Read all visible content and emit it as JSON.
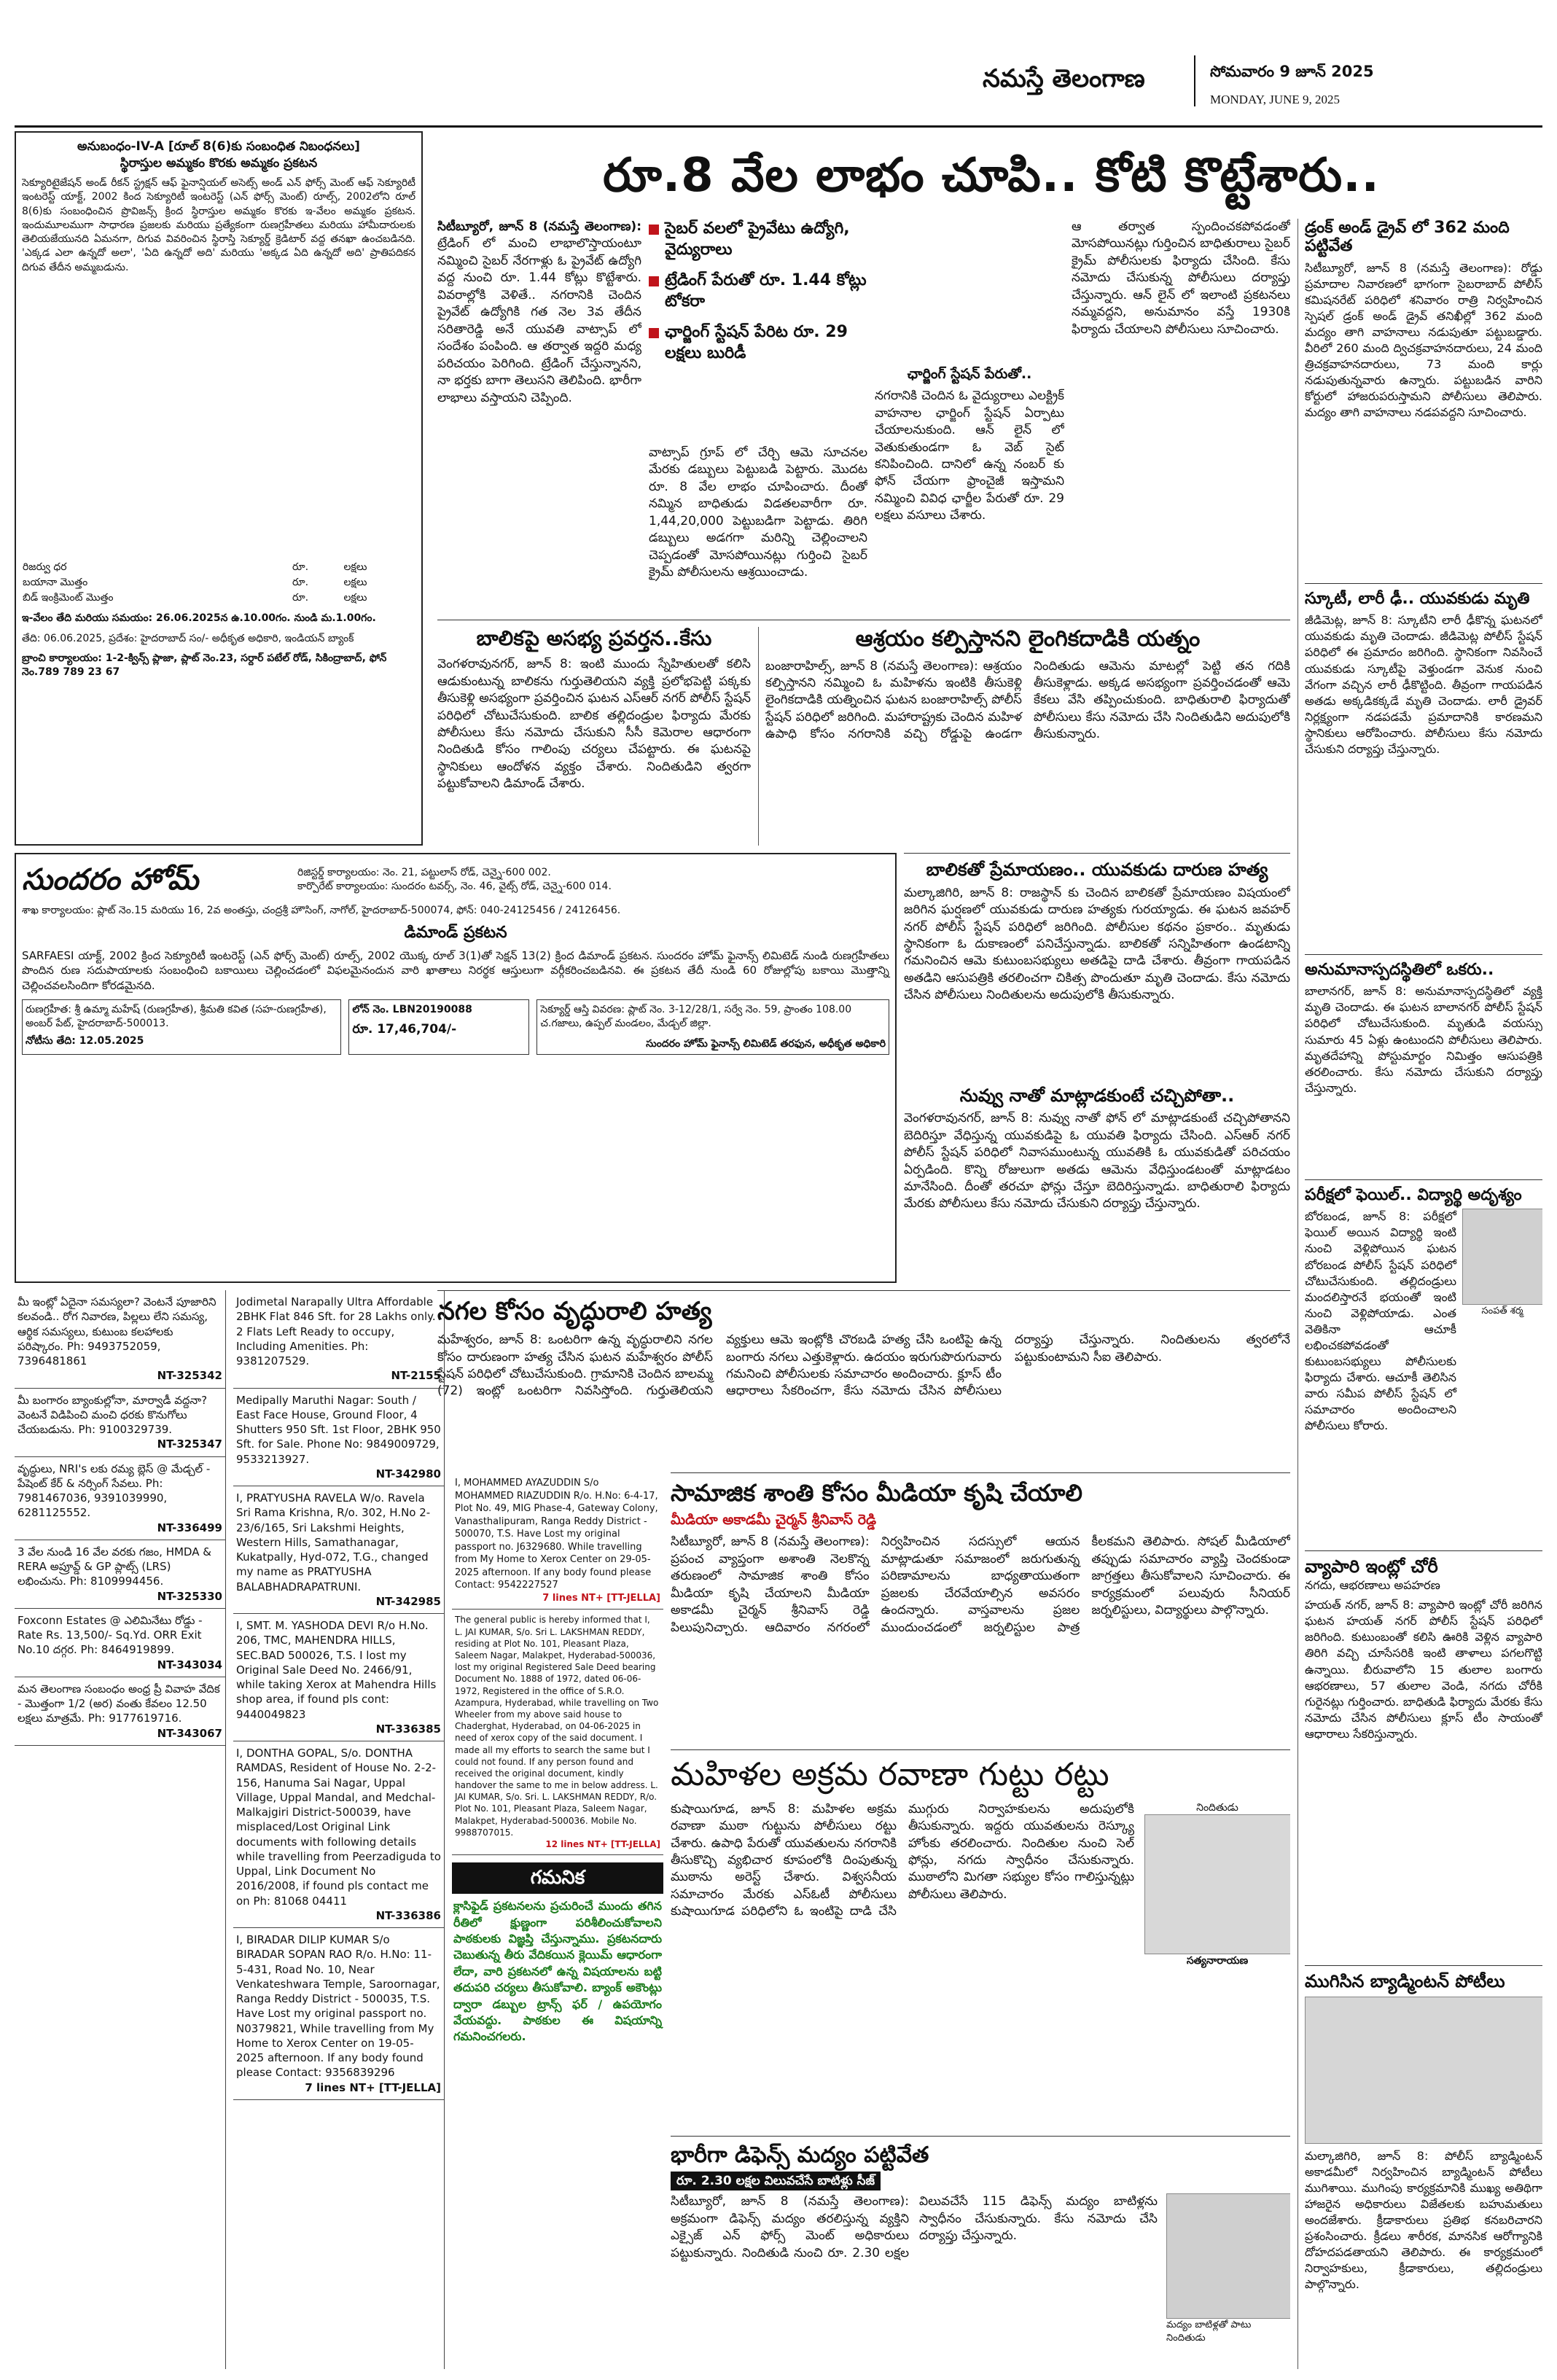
{
  "masthead": {
    "paper_name": "నమస్తే తెలంగాణ",
    "date_te": "సోమవారం 9 జూన్ 2025",
    "date_en": "MONDAY, JUNE 9, 2025"
  },
  "main_headline": "రూ.8 వేల లాభం చూపి.. కోటి కొట్టేశారు..",
  "lead_story": {
    "dateline": "సిటీబ్యూరో, జూన్ 8 (నమస్తే తెలంగాణ):",
    "col1": "ట్రేడింగ్ లో మంచి లాభాలొస్తాయంటూ నమ్మించి సైబర్ నేరగాళ్లు ఓ ప్రైవేట్ ఉద్యోగి వద్ద నుంచి రూ. 1.44 కోట్లు కొట్టేశారు. వివరాల్లోకి వెళితే.. నగరానికి చెందిన ప్రైవేట్ ఉద్యోగికి గత నెల 3వ తేదీన సరితారెడ్డి అనే యువతి వాట్సాప్ లో సందేశం పంపింది. ఆ తర్వాత ఇద్దరి మధ్య పరిచయం పెరిగింది. ట్రేడింగ్ చేస్తున్నానని, నా భర్తకు బాగా తెలుసని తెలిపింది. భారీగా లాభాలు వస్తాయని చెప్పింది.",
    "bullets": [
      "సైబర్ వలలో ప్రైవేటు ఉద్యోగి, వైద్యురాలు",
      "ట్రేడింగ్ పేరుతో రూ. 1.44 కోట్లు టోకరా",
      "ఛార్జింగ్ స్టేషన్ పేరిట రూ. 29 లక్షలు బురిడీ"
    ],
    "col2": "వాట్సాప్ గ్రూప్ లో చేర్చి ఆమె సూచనల మేరకు డబ్బులు పెట్టుబడి పెట్టారు. మొదట రూ. 8 వేల లాభం చూపించారు. దీంతో నమ్మిన బాధితుడు విడతలవారీగా రూ. 1,44,20,000 పెట్టుబడిగా పెట్టాడు. తిరిగి డబ్బులు అడగగా మరిన్ని చెల్లించాలని చెప్పడంతో మోసపోయినట్లు గుర్తించి సైబర్ క్రైమ్ పోలీసులను ఆశ్రయించాడు.",
    "col3_heading": "ఛార్జింగ్ స్టేషన్ పేరుతో..",
    "col3": "నగరానికి చెందిన ఓ వైద్యురాలు ఎలక్ట్రిక్ వాహనాల ఛార్జింగ్ స్టేషన్ ఏర్పాటు చేయాలనుకుంది. ఆన్ లైన్ లో వెతుకుతుండగా ఓ వెబ్ సైట్ కనిపించింది. దానిలో ఉన్న నంబర్ కు ఫోన్ చేయగా ఫ్రాంచైజీ ఇస్తామని నమ్మించి వివిధ ఛార్జీల పేరుతో రూ. 29 లక్షలు వసూలు చేశారు.",
    "col4": "ఆ తర్వాత స్పందించకపోవడంతో మోసపోయినట్లు గుర్తించిన బాధితురాలు సైబర్ క్రైమ్ పోలీసులకు ఫిర్యాదు చేసింది. కేసు నమోదు చేసుకున్న పోలీసులు దర్యాప్తు చేస్తున్నారు. ఆన్ లైన్ లో ఇలాంటి ప్రకటనలు నమ్మవద్దని, అనుమానం వస్తే 1930కి ఫిర్యాదు చేయాలని పోలీసులు సూచించారు."
  },
  "left_notice": {
    "title": "అనుబంధం-IV-A [రూల్ 8(6)కు సంబంధిత నిబంధనలు]",
    "subtitle": "స్థిరాస్తుల అమ్మకం కొరకు అమ్మకం ప్రకటన",
    "body": "సెక్యూరిటైజేషన్ అండ్ రీకన్ స్ట్రక్షన్ ఆఫ్ ఫైనాన్షియల్ అసెట్స్ అండ్ ఎన్ ఫోర్స్ మెంట్ ఆఫ్ సెక్యూరిటీ ఇంటరెస్ట్ యాక్ట్, 2002 కింద సెక్యూరిటీ ఇంటరెస్ట్ (ఎన్ ఫోర్స్ మెంట్) రూల్స్, 2002లోని రూల్ 8(6)కు సంబంధించిన ప్రొవిజన్స్ క్రింద స్థిరాస్తుల అమ్మకం కొరకు ఇ-వేలం అమ్మకం ప్రకటన. ఇందుమూలముగా సాధారణ ప్రజలకు మరియు ప్రత్యేకంగా రుణగ్రహీతలు మరియు హామీదారులకు తెలియజేయునది ఏమనగా, దిగువ వివరించిన స్థిరాస్తి సెక్యూర్డ్ క్రెడిటార్ వద్ద తనఖా ఉంచబడినది. 'ఎక్కడ ఎలా ఉన్నదో అలా', 'ఏది ఉన్నదో అది' మరియు 'అక్కడ ఏది ఉన్నదో అది' ప్రాతిపదికన దిగువ తేదీన అమ్మబడును.",
    "table_rows": [
      [
        "రిజర్వు ధర",
        "రూ.",
        "లక్షలు"
      ],
      [
        "బయానా మొత్తం",
        "రూ.",
        "లక్షలు"
      ],
      [
        "బిడ్ ఇంక్రిమెంట్ మొత్తం",
        "రూ.",
        "లక్షలు"
      ]
    ],
    "auction_line": "ఇ-వేలం తేది మరియు సమయం: 26.06.2025న ఉ.10.00గం. నుండి మ.1.00గం.",
    "footer": "తేది: 06.06.2025, ప్రదేశం: హైదరాబాద్   సం/- అధీకృత అధికారి, ఇండియన్ బ్యాంక్",
    "contact": "బ్రాంచి కార్యాలయం: 1-2-క్విన్స్ ప్లాజా, ప్లాట్ నెం.23, సర్దార్ పటేల్ రోడ్, సికింద్రాబాద్, ఫోన్ నెం.789 789 23 67"
  },
  "sundaram": {
    "name": "సుందరం హోమ్",
    "regd": "రిజిస్టర్డ్ కార్యాలయం: నెం. 21, పట్టులాస్ రోడ్, చెన్నై-600 002.",
    "corp": "కార్పొరేట్ కార్యాలయం: సుందరం టవర్స్, నెం. 46, వైట్స్ రోడ్, చెన్నై-600 014.",
    "branch": "శాఖ కార్యాలయం: ప్లాట్ నెం.15 మరియు 16, 2వ అంతస్తు, చంద్రశ్రీ హౌసింగ్, నాగోల్, హైదరాబాద్-500074, ఫోన్: 040-24125456 / 24126456.",
    "notice_title": "డిమాండ్ ప్రకటన",
    "notice_body": "SARFAESI యాక్ట్, 2002 క్రింద సెక్యూరిటీ ఇంటరెస్ట్ (ఎన్ ఫోర్స్ మెంట్) రూల్స్, 2002 యొక్క రూల్ 3(1)తో సెక్షన్ 13(2) క్రింద డిమాండ్ ప్రకటన. సుందరం హోమ్ ఫైనాన్స్ లిమిటెడ్ నుండి రుణగ్రహీతలు పొందిన రుణ సదుపాయాలకు సంబంధించి బకాయిలు చెల్లించడంలో విఫలమైనందున వారి ఖాతాలు నిరర్థక ఆస్తులుగా వర్గీకరించబడినవి. ఈ ప్రకటన తేదీ నుండి 60 రోజుల్లోపు బకాయి మొత్తాన్ని చెల్లించవలసిందిగా కోరడమైనది.",
    "borrower": "రుణగ్రహీత: శ్రీ ఉమ్మా మహేష్ (రుణగ్రహీత), శ్రీమతి కవిత (సహ-రుణగ్రహీత), అంబర్ పేట్, హైదరాబాద్-500013.",
    "loan_no": "లోన్ నెం. LBN20190088",
    "notice_date": "నోటీసు తేది: 12.05.2025",
    "amount": "రూ. 17,46,704/-",
    "property": "సెక్యూర్డ్ ఆస్తి వివరణ: ప్లాట్ నెం. 3-12/28/1, సర్వే నెం. 59, ప్రాంతం 108.00 చ.గజాలు, ఉప్పల్ మండలం, మేడ్చల్ జిల్లా.",
    "sign": "సుందరం హోమ్ ఫైనాన్స్ లిమిటెడ్ తరఫున, అధీకృత అధికారి"
  },
  "classifieds_left": [
    {
      "text": "మీ ఇంట్లో ఏదైనా సమస్యలా? వెంటనే పూజారిని కలవండి.. రోగ నివారణ, పిల్లలు లేని సమస్య, ఆర్థిక సమస్యలు, కుటుంబ కలహాలకు పరిష్కారం. Ph: 9493752059, 7396481861",
      "code": "NT-325342"
    },
    {
      "text": "మీ బంగారం బ్యాంకుల్లోనా, మార్వాడీ వద్దనా? వెంటనే విడిపించి మంచి ధరకు కొనుగోలు చేయబడును. Ph: 9100329739.",
      "code": "NT-325347"
    },
    {
      "text": "వృద్ధులు, NRI's లకు రమ్య బ్లెస్ @ మేడ్చల్ - పేషెంట్ కేర్ & నర్సింగ్ సేవలు. Ph: 7981467036, 9391039990, 6281125552.",
      "code": "NT-336499"
    },
    {
      "text": "3 వేల నుండి 16 వేల వరకు గజం, HMDA & RERA అప్రూవ్డ్ & GP ప్లాట్స్ (LRS) లభించును. Ph: 8109994456.",
      "code": "NT-325330"
    },
    {
      "text": "Foxconn Estates @ ఎలిమినేటు రోడ్డు - Rate Rs. 13,500/- Sq.Yd. ORR Exit No.10 దగ్గర. Ph: 8464919899.",
      "code": "NT-343034"
    },
    {
      "text": "మన తెలంగాణ సంబంధం అంధ్ర ప్రీ వివాహ వేదిక - మొత్తంగా 1/2 (అర) వంతు కేవలం 12.50 లక్షలు మాత్రమే. Ph: 9177619716.",
      "code": "NT-343067"
    }
  ],
  "classifieds_mid": [
    {
      "text": "Jodimetal Narapally Ultra Affordable 2BHK Flat 846 Sft. for 28 Lakhs only. 2 Flats Left Ready to occupy, Including Amenities. Ph: 9381207529.",
      "code": "NT-2155"
    },
    {
      "text": "Medipally Maruthi Nagar: South / East Face House, Ground Floor, 4 Shutters 950 Sft. 1st Floor, 2BHK 950 Sft. for Sale. Phone No: 9849009729, 9533213927.",
      "code": "NT-342980"
    },
    {
      "text": "I, PRATYUSHA RAVELA W/o. Ravela Sri Rama Krishna, R/o. 302, H.No 2-23/6/165, Sri Lakshmi Heights, Western Hills, Samathanagar, Kukatpally, Hyd-072, T.G., changed my name as PRATYUSHA BALABHADRAPATRUNI.",
      "code": "NT-342985"
    },
    {
      "text": "I, SMT. M. YASHODA DEVI R/o H.No. 206, TMC, MAHENDRA HILLS, SEC.BAD 500026, T.S. I lost my Original Sale Deed No. 2466/91, while taking Xerox at Mahendra Hills shop area, if found pls cont: 9440049823",
      "code": "NT-336385"
    },
    {
      "text": "I, DONTHA GOPAL, S/o. DONTHA RAMDAS, Resident of House No. 2-2-156, Hanuma Sai Nagar, Uppal Village, Uppal Mandal, and Medchal-Malkajgiri District-500039, have misplaced/Lost Original Link documents with following details while travelling from Peerzadiguda to Uppal, Link Document No 2016/2008, if found pls contact me on Ph: 81068 04411",
      "code": "NT-336386"
    },
    {
      "text": "I, BIRADAR DILIP KUMAR S/o BIRADAR SOPAN RAO R/o. H.No: 11-5-431, Road No. 10, Near Venkateshwara Temple, Saroornagar, Ranga Reddy District - 500035, T.S. Have Lost my original passport no. N0379821, While travelling from My Home to Xerox Center on 19-05-2025 afternoon. If any body found please Contact: 9356839296",
      "code": "7 lines NT+ [TT-JELLA]"
    }
  ],
  "classifieds_right": [
    {
      "text": "I, MOHAMMED AYAZUDDIN S/o MOHAMMED RIAZUDDIN R/o. H.No: 6-4-17, Plot No. 49, MIG Phase-4, Gateway Colony, Vanasthalipuram, Ranga Reddy District - 500070, T.S. Have Lost my original passport no. J6329680. While travelling from My Home to Xerox Center on 29-05-2025 afternoon. If any body found please Contact: 9542227527",
      "code": "7 lines NT+ [TT-JELLA]"
    },
    {
      "text": "The general public is hereby informed that I, L. JAI KUMAR, S/o. Sri L. LAKSHMAN REDDY, residing at Plot No. 101, Pleasant Plaza, Saleem Nagar, Malakpet, Hyderabad-500036, lost my original Registered Sale Deed bearing Document No. 1888 of 1972, dated 06-06-1972, Registered in the office of S.R.O. Azampura, Hyderabad, while travelling on Two Wheeler from my above said house to Chaderghat, Hyderabad, on 04-06-2025 in need of xerox copy of the said document. I made all my efforts to search the same but I could not found. If any person found and received the original document, kindly handover the same to me in below address. L. JAI KUMAR, S/o. Sri. L. LAKSHMAN REDDY, R/o. Plot No. 101, Pleasant Plaza, Saleem Nagar, Malakpet, Hyderabad-500036. Mobile No. 9988707015.",
      "code": "12 lines NT+ [TT-JELLA]"
    }
  ],
  "gamanika": {
    "title": "గమనిక",
    "body": "క్లాసిఫైడ్ ప్రకటనలను ప్రచురించే ముందు తగిన రీతిలో క్షుణ్ణంగా పరిశీలించుకోవాలని పాఠకులకు విజ్ఞప్తి చేస్తున్నాము. ప్రకటనదారు చెబుతున్న తీరు వేదికయిన క్లెయిమ్ ఆధారంగా లేదా, వారి ప్రకటనలో ఉన్న విషయాలను బట్టి తదుపరి చర్యలు తీసుకోవాలి. బ్యాంక్ అకౌంట్లు ద్వారా డబ్బుల ట్రాన్స్ ఫర్ / ఉపయోగం వేయవద్దు. పాఠకుల ఈ విషయాన్ని గమనించగలరు."
  },
  "story_balika": {
    "headline": "బాలికపై అసభ్య ప్రవర్తన..కేసు",
    "body": "వెంగళరావునగర్, జూన్ 8: ఇంటి ముందు స్నేహితులతో కలిసి ఆడుకుంటున్న బాలికను గుర్తుతెలియని వ్యక్తి ప్రలోభపెట్టి పక్కకు తీసుకెళ్లి అసభ్యంగా ప్రవర్తించిన ఘటన ఎస్ఆర్ నగర్ పోలీస్ స్టేషన్ పరిధిలో చోటుచేసుకుంది. బాలిక తల్లిదండ్రుల ఫిర్యాదు మేరకు పోలీసులు కేసు నమోదు చేసుకుని సీసీ కెమెరాల ఆధారంగా నిందితుడి కోసం గాలింపు చర్యలు చేపట్టారు. ఈ ఘటనపై స్థానికులు ఆందోళన వ్యక్తం చేశారు. నిందితుడిని త్వరగా పట్టుకోవాలని డిమాండ్ చేశారు."
  },
  "story_ashrayam": {
    "headline": "ఆశ్రయం కల్పిస్తానని లైంగికదాడికి యత్నం",
    "body": "బంజారాహిల్స్, జూన్ 8 (నమస్తే తెలంగాణ): ఆశ్రయం కల్పిస్తానని నమ్మించి ఓ మహిళను ఇంటికి తీసుకెళ్లి లైంగికదాడికి యత్నించిన ఘటన బంజారాహిల్స్ పోలీస్ స్టేషన్ పరిధిలో జరిగింది. మహారాష్ట్రకు చెందిన మహిళ ఉపాధి కోసం నగరానికి వచ్చి రోడ్డుపై ఉండగా నిందితుడు ఆమెను మాటల్లో పెట్టి తన గదికి తీసుకెళ్లాడు. అక్కడ అసభ్యంగా ప్రవర్తించడంతో ఆమె కేకలు వేసి తప్పించుకుంది. బాధితురాలి ఫిర్యాదుతో పోలీసులు కేసు నమోదు చేసి నిందితుడిని అదుపులోకి తీసుకున్నారు."
  },
  "story_premayanam": {
    "headline": "బాలికతో ప్రేమాయణం.. యువకుడు దారుణ హత్య",
    "body": "మల్కాజిగిరి, జూన్ 8: రాజస్థాన్ కు చెందిన బాలికతో ప్రేమాయణం విషయంలో జరిగిన ఘర్షణలో యువకుడు దారుణ హత్యకు గురయ్యాడు. ఈ ఘటన జవహర్ నగర్ పోలీస్ స్టేషన్ పరిధిలో జరిగింది. పోలీసుల కథనం ప్రకారం.. మృతుడు స్థానికంగా ఓ దుకాణంలో పనిచేస్తున్నాడు. బాలికతో సన్నిహితంగా ఉండటాన్ని గమనించిన ఆమె కుటుంబసభ్యులు అతడిపై దాడి చేశారు. తీవ్రంగా గాయపడిన అతడిని ఆసుపత్రికి తరలించగా చికిత్స పొందుతూ మృతి చెందాడు. కేసు నమోదు చేసిన పోలీసులు నిందితులను అదుపులోకి తీసుకున్నారు."
  },
  "story_nuvvu": {
    "headline": "నువ్వు నాతో మాట్లాడకుంటే చచ్చిపోతా..",
    "body": "వెంగళరావునగర్, జూన్ 8: నువ్వు నాతో ఫోన్ లో మాట్లాడకుంటే చచ్చిపోతానని బెదిరిస్తూ వేధిస్తున్న యువకుడిపై ఓ యువతి ఫిర్యాదు చేసింది. ఎస్ఆర్ నగర్ పోలీస్ స్టేషన్ పరిధిలో నివాసముంటున్న యువతికి ఓ యువకుడితో పరిచయం ఏర్పడింది. కొన్ని రోజులుగా అతడు ఆమెను వేధిస్తుండటంతో మాట్లాడటం మానేసింది. దీంతో తరచూ ఫోన్లు చేస్తూ బెదిరిస్తున్నాడు. బాధితురాలి ఫిర్యాదు మేరకు పోలీసులు కేసు నమోదు చేసుకుని దర్యాప్తు చేస్తున్నారు."
  },
  "story_nagala": {
    "headline": "నగల కోసం వృద్ధురాలి హత్య",
    "body": "మహేశ్వరం, జూన్ 8: ఒంటరిగా ఉన్న వృద్ధురాలిని నగల కోసం దారుణంగా హత్య చేసిన ఘటన మహేశ్వరం పోలీస్ స్టేషన్ పరిధిలో చోటుచేసుకుంది. గ్రామానికి చెందిన బాలమ్మ (72) ఇంట్లో ఒంటరిగా నివసిస్తోంది. గుర్తుతెలియని వ్యక్తులు ఆమె ఇంట్లోకి చొరబడి హత్య చేసి ఒంటిపై ఉన్న బంగారు నగలు ఎత్తుకెళ్లారు. ఉదయం ఇరుగుపొరుగువారు గమనించి పోలీసులకు సమాచారం అందించారు. క్లూస్ టీం ఆధారాలు సేకరించగా, కేసు నమోదు చేసిన పోలీసులు దర్యాప్తు చేస్తున్నారు. నిందితులను త్వరలోనే పట్టుకుంటామని సీఐ తెలిపారు."
  },
  "story_media": {
    "headline": "సామాజిక శాంతి కోసం మీడియా కృషి చేయాలి",
    "subhead": "మీడియా అకాడమీ చైర్మన్ శ్రీనివాస్ రెడ్డి",
    "body": "సిటీబ్యూరో, జూన్ 8 (నమస్తే తెలంగాణ): ప్రపంచ వ్యాప్తంగా అశాంతి నెలకొన్న తరుణంలో సామాజిక శాంతి కోసం మీడియా కృషి చేయాలని మీడియా అకాడమీ చైర్మన్ శ్రీనివాస్ రెడ్డి పిలుపునిచ్చారు. ఆదివారం నగరంలో నిర్వహించిన సదస్సులో ఆయన మాట్లాడుతూ సమాజంలో జరుగుతున్న పరిణామాలను బాధ్యతాయుతంగా ప్రజలకు చేరవేయాల్సిన అవసరం ఉందన్నారు. వాస్తవాలను ప్రజల ముందుంచడంలో జర్నలిస్టుల పాత్ర కీలకమని తెలిపారు. సోషల్ మీడియాలో తప్పుడు సమాచారం వ్యాప్తి చెందకుండా జాగ్రత్తలు తీసుకోవాలని సూచించారు. ఈ కార్యక్రమంలో పలువురు సీనియర్ జర్నలిస్టులు, విద్యార్థులు పాల్గొన్నారు."
  },
  "story_mahila": {
    "headline": "మహిళల అక్రమ రవాణా గుట్టు రట్టు",
    "body": "కుషాయిగూడ, జూన్ 8: మహిళల అక్రమ రవాణా ముఠా గుట్టును పోలీసులు రట్టు చేశారు. ఉపాధి పేరుతో యువతులను నగరానికి తీసుకొచ్చి వ్యభిచార కూపంలోకి దింపుతున్న ముఠాను అరెస్ట్ చేశారు. విశ్వసనీయ సమాచారం మేరకు ఎస్ఓటీ పోలీసులు కుషాయిగూడ పరిధిలోని ఓ ఇంటిపై దాడి చేసి ముగ్గురు నిర్వాహకులను అదుపులోకి తీసుకున్నారు. ఇద్దరు యువతులను రెస్క్యూ హోంకు తరలించారు. నిందితుల నుంచి సెల్ ఫోన్లు, నగదు స్వాధీనం చేసుకున్నారు. ముఠాలోని మిగతా సభ్యుల కోసం గాలిస్తున్నట్లు పోలీసులు తెలిపారు.",
    "photo_caption_top": "నిందితుడు",
    "photo_caption_bottom": "సత్యనారాయణ"
  },
  "story_defence": {
    "headline": "భారీగా డిఫెన్స్ మద్యం పట్టివేత",
    "subhead": "రూ. 2.30 లక్షల విలువచేసే బాటిళ్లు సీజ్",
    "body": "సిటీబ్యూరో, జూన్ 8 (నమస్తే తెలంగాణ): అక్రమంగా డిఫెన్స్ మద్యం తరలిస్తున్న వ్యక్తిని ఎక్సైజ్ ఎన్ ఫోర్స్ మెంట్ అధికారులు పట్టుకున్నారు. నిందితుడి నుంచి రూ. 2.30 లక్షల విలువచేసే 115 డిఫెన్స్ మద్యం బాటిళ్లను స్వాధీనం చేసుకున్నారు. కేసు నమోదు చేసి దర్యాప్తు చేస్తున్నారు.",
    "photo_caption": "మద్యం బాటిళ్లతో పాటు నిందితుడు"
  },
  "right_stories": [
    {
      "headline": "డ్రంక్ అండ్ డ్రైవ్ లో 362 మంది పట్టివేత",
      "body": "సిటీబ్యూరో, జూన్ 8 (నమస్తే తెలంగాణ): రోడ్డు ప్రమాదాల నివారణలో భాగంగా సైబరాబాద్ పోలీస్ కమిషనరేట్ పరిధిలో శనివారం రాత్రి నిర్వహించిన స్పెషల్ డ్రంక్ అండ్ డ్రైవ్ తనిఖీల్లో 362 మంది మద్యం తాగి వాహనాలు నడుపుతూ పట్టుబడ్డారు. వీరిలో 260 మంది ద్విచక్రవాహనదారులు, 24 మంది త్రిచక్రవాహనదారులు, 73 మంది కార్లు నడుపుతున్నవారు ఉన్నారు. పట్టుబడిన వారిని కోర్టులో హాజరుపరుస్తామని పోలీసులు తెలిపారు. మద్యం తాగి వాహనాలు నడపవద్దని సూచించారు."
    },
    {
      "headline": "స్కూటీ, లారీ ఢీ.. యువకుడు మృతి",
      "body": "జీడిమెట్ల, జూన్ 8: స్కూటీని లారీ ఢీకొన్న ఘటనలో యువకుడు మృతి చెందాడు. జీడిమెట్ల పోలీస్ స్టేషన్ పరిధిలో ఈ ప్రమాదం జరిగింది. స్థానికంగా నివసించే యువకుడు స్కూటీపై వెళ్తుండగా వెనుక నుంచి వేగంగా వచ్చిన లారీ ఢీకొట్టింది. తీవ్రంగా గాయపడిన అతడు అక్కడికక్కడే మృతి చెందాడు. లారీ డ్రైవర్ నిర్లక్ష్యంగా నడపడమే ప్రమాదానికి కారణమని స్థానికులు ఆరోపించారు. పోలీసులు కేసు నమోదు చేసుకుని దర్యాప్తు చేస్తున్నారు."
    },
    {
      "headline": "అనుమానాస్పదస్థితిలో ఒకరు..",
      "body": "బాలానగర్, జూన్ 8: అనుమానాస్పదస్థితిలో వ్యక్తి మృతి చెందాడు. ఈ ఘటన బాలానగర్ పోలీస్ స్టేషన్ పరిధిలో చోటుచేసుకుంది. మృతుడి వయస్సు సుమారు 45 ఏళ్లు ఉంటుందని పోలీసులు తెలిపారు. మృతదేహాన్ని పోస్టుమార్టం నిమిత్తం ఆసుపత్రికి తరలించారు. కేసు నమోదు చేసుకుని దర్యాప్తు చేస్తున్నారు."
    },
    {
      "headline": "పరీక్షలో ఫెయిల్.. విద్యార్థి అదృశ్యం",
      "body": "బోరబండ, జూన్ 8: పరీక్షలో ఫెయిల్ అయిన విద్యార్థి ఇంటి నుంచి వెళ్లిపోయిన ఘటన బోరబండ పోలీస్ స్టేషన్ పరిధిలో చోటుచేసుకుంది. తల్లిదండ్రులు మందలిస్తారనే భయంతో ఇంటి నుంచి వెళ్లిపోయాడు. ఎంత వెతికినా ఆచూకీ లభించకపోవడంతో కుటుంబసభ్యులు పోలీసులకు ఫిర్యాదు చేశారు. ఆచూకీ తెలిసిన వారు సమీప పోలీస్ స్టేషన్ లో సమాచారం అందించాలని పోలీసులు కోరారు.",
      "photo_caption": "సంపత్ శర్మ"
    },
    {
      "headline": "వ్యాపారి ఇంట్లో చోరీ",
      "subhead": "నగదు, ఆభరణాలు అపహరణ",
      "body": "హయత్ నగర్, జూన్ 8: వ్యాపారి ఇంట్లో చోరీ జరిగిన ఘటన హయత్ నగర్ పోలీస్ స్టేషన్ పరిధిలో జరిగింది. కుటుంబంతో కలిసి ఊరికి వెళ్లిన వ్యాపారి తిరిగి వచ్చి చూసేసరికి ఇంటి తాళాలు పగలగొట్టి ఉన్నాయి. బీరువాలోని 15 తులాల బంగారు ఆభరణాలు, 57 తులాల వెండి, నగదు చోరీకి గురైనట్లు గుర్తించారు. బాధితుడి ఫిర్యాదు మేరకు కేసు నమోదు చేసిన పోలీసులు క్లూస్ టీం సాయంతో ఆధారాలు సేకరిస్తున్నారు."
    },
    {
      "headline": "ముగిసిన బ్యాడ్మింటన్ పోటీలు",
      "body": "మల్కాజిగిరి, జూన్ 8: పోలీస్ బ్యాడ్మింటన్ అకాడమీలో నిర్వహించిన బ్యాడ్మింటన్ పోటీలు ముగిశాయి. ముగింపు కార్యక్రమానికి ముఖ్య అతిథిగా హాజరైన అధికారులు విజేతలకు బహుమతులు అందజేశారు. క్రీడాకారులు ప్రతిభ కనబరిచారని ప్రశంసించారు. క్రీడలు శారీరక, మానసిక ఆరోగ్యానికి దోహదపడతాయని తెలిపారు. ఈ కార్యక్రమంలో నిర్వాహకులు, క్రీడాకారులు, తల్లిదండ్రులు పాల్గొన్నారు."
    }
  ]
}
